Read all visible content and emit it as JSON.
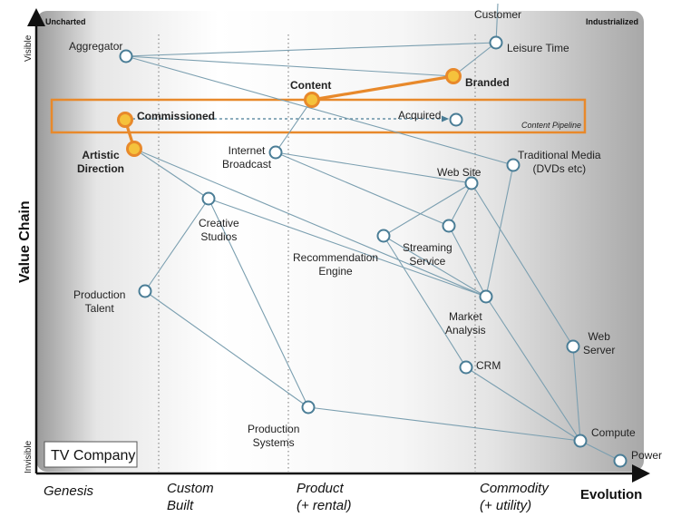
{
  "map": {
    "title": "TV Company",
    "y_axis": {
      "label": "Value Chain",
      "top": "Visible",
      "bottom": "Invisible"
    },
    "x_axis": {
      "label": "Evolution"
    },
    "corner_left": "Uncharted",
    "corner_right": "Industrialized",
    "stages": [
      {
        "line1": "Genesis",
        "line2": ""
      },
      {
        "line1": "Custom",
        "line2": "Built"
      },
      {
        "line1": "Product",
        "line2": "(+ rental)"
      },
      {
        "line1": "Commodity",
        "line2": "(+ utility)"
      }
    ],
    "pipeline_label": "Content Pipeline",
    "colors": {
      "highlight": "#e8892b",
      "node_fill": "#f5c23c",
      "node_ring": "#4a7d96",
      "link": "#7b9fb0",
      "axis": "#111111"
    }
  },
  "nodes": {
    "customer": {
      "lines": [
        "Customer"
      ]
    },
    "leisure": {
      "lines": [
        "Leisure Time"
      ]
    },
    "aggregator": {
      "lines": [
        "Aggregator"
      ]
    },
    "content": {
      "lines": [
        "Content"
      ]
    },
    "branded": {
      "lines": [
        "Branded"
      ]
    },
    "commissioned": {
      "lines": [
        "Commissioned"
      ]
    },
    "acquired": {
      "lines": [
        "Acquired"
      ]
    },
    "artistic": {
      "lines": [
        "Artistic",
        "Direction"
      ]
    },
    "internet": {
      "lines": [
        "Internet",
        "Broadcast"
      ]
    },
    "tradmedia": {
      "lines": [
        "Traditional Media",
        "(DVDs etc)"
      ]
    },
    "website": {
      "lines": [
        "Web Site"
      ]
    },
    "creative": {
      "lines": [
        "Creative",
        "Studios"
      ]
    },
    "streaming": {
      "lines": [
        "Streaming",
        "Service"
      ]
    },
    "recommendation": {
      "lines": [
        "Recommendation",
        "Engine"
      ]
    },
    "talent": {
      "lines": [
        "Production",
        "Talent"
      ]
    },
    "market": {
      "lines": [
        "Market",
        "Analysis"
      ]
    },
    "webserver": {
      "lines": [
        "Web",
        "Server"
      ]
    },
    "crm": {
      "lines": [
        "CRM"
      ]
    },
    "prodsys": {
      "lines": [
        "Production",
        "Systems"
      ]
    },
    "compute": {
      "lines": [
        "Compute"
      ]
    },
    "power": {
      "lines": [
        "Power"
      ]
    }
  }
}
